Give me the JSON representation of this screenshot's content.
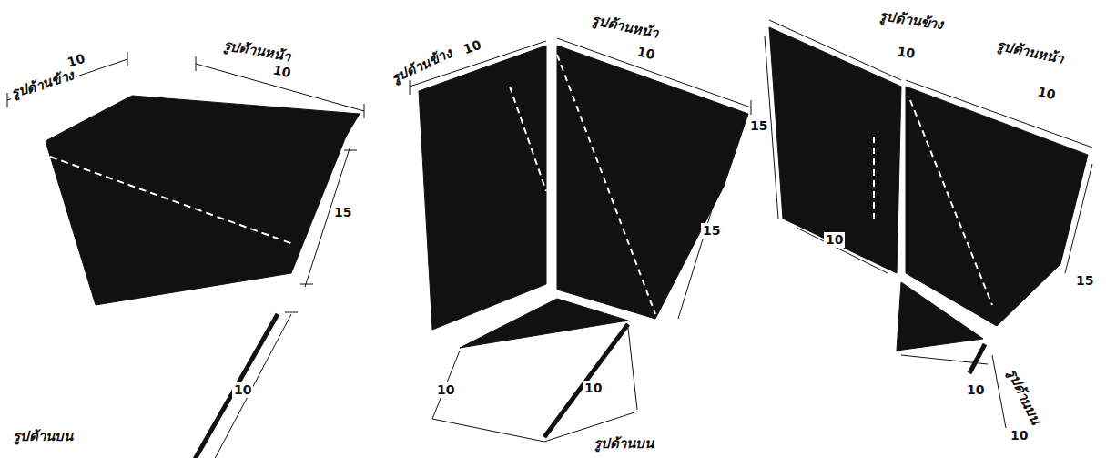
{
  "diagram": {
    "labels": [
      "รูปด้านข้าง",
      "10",
      "รูปด้านหน้า",
      "10",
      "15",
      "10",
      "รูปด้านบน",
      "รูปด้านข้าง",
      "10",
      "รูปด้านหน้า",
      "10",
      "15",
      "10",
      "10",
      "รูปด้านบน",
      "รูปด้านข้าง",
      "10",
      "รูปด้านหน้า",
      "10",
      "15",
      "15",
      "10",
      "10",
      "10",
      "รูปด้านบน"
    ]
  }
}
